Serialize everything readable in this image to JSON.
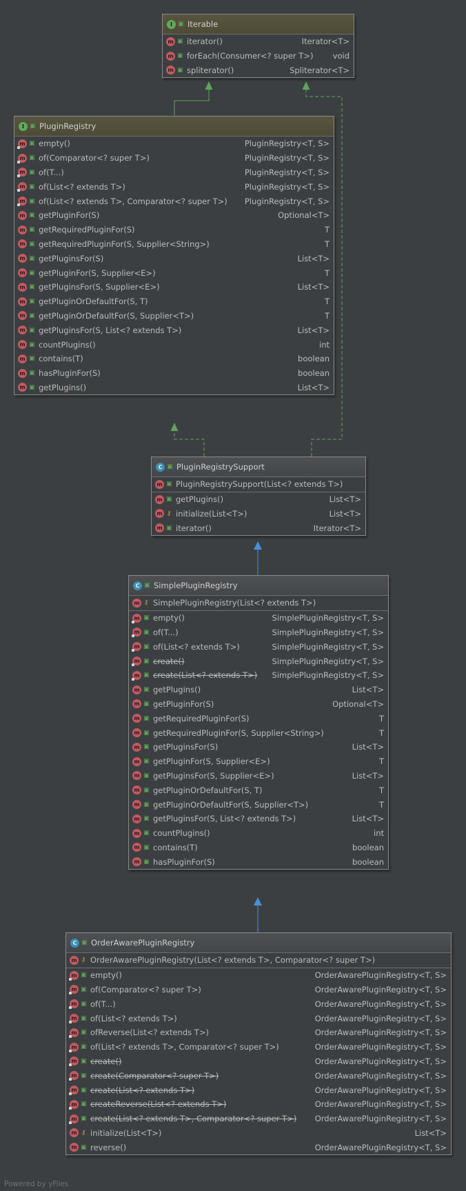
{
  "nodes": {
    "iterable": {
      "kind": "I",
      "name": "Iterable",
      "methods": [
        {
          "sig": "iterator()",
          "ret": "Iterator<T>"
        },
        {
          "sig": "forEach(Consumer<? super T>)",
          "ret": "void"
        },
        {
          "sig": "spliterator()",
          "ret": "Spliterator<T>"
        }
      ]
    },
    "plugin_registry": {
      "kind": "I",
      "name": "PluginRegistry",
      "methods": [
        {
          "sig": "empty()",
          "ret": "PluginRegistry<T, S>",
          "static": true
        },
        {
          "sig": "of(Comparator<? super T>)",
          "ret": "PluginRegistry<T, S>",
          "static": true
        },
        {
          "sig": "of(T...)",
          "ret": "PluginRegistry<T, S>",
          "static": true
        },
        {
          "sig": "of(List<? extends T>)",
          "ret": "PluginRegistry<T, S>",
          "static": true
        },
        {
          "sig": "of(List<? extends T>, Comparator<? super T>)",
          "ret": "PluginRegistry<T, S>",
          "static": true
        },
        {
          "sig": "getPluginFor(S)",
          "ret": "Optional<T>"
        },
        {
          "sig": "getRequiredPluginFor(S)",
          "ret": "T"
        },
        {
          "sig": "getRequiredPluginFor(S, Supplier<String>)",
          "ret": "T"
        },
        {
          "sig": "getPluginsFor(S)",
          "ret": "List<T>"
        },
        {
          "sig": "getPluginFor(S, Supplier<E>)",
          "ret": "T"
        },
        {
          "sig": "getPluginsFor(S, Supplier<E>)",
          "ret": "List<T>"
        },
        {
          "sig": "getPluginOrDefaultFor(S, T)",
          "ret": "T"
        },
        {
          "sig": "getPluginOrDefaultFor(S, Supplier<T>)",
          "ret": "T"
        },
        {
          "sig": "getPluginsFor(S, List<? extends T>)",
          "ret": "List<T>"
        },
        {
          "sig": "countPlugins()",
          "ret": "int"
        },
        {
          "sig": "contains(T)",
          "ret": "boolean"
        },
        {
          "sig": "hasPluginFor(S)",
          "ret": "boolean"
        },
        {
          "sig": "getPlugins()",
          "ret": "List<T>"
        }
      ]
    },
    "plugin_registry_support": {
      "kind": "C",
      "name": "PluginRegistrySupport",
      "constructors": [
        {
          "sig": "PluginRegistrySupport(List<? extends T>)",
          "ret": ""
        }
      ],
      "methods": [
        {
          "sig": "getPlugins()",
          "ret": "List<T>"
        },
        {
          "sig": "initialize(List<T>)",
          "ret": "List<T>",
          "vis": "protected"
        },
        {
          "sig": "iterator()",
          "ret": "Iterator<T>"
        }
      ]
    },
    "simple_plugin_registry": {
      "kind": "C",
      "name": "SimplePluginRegistry",
      "constructors": [
        {
          "sig": "SimplePluginRegistry(List<? extends T>)",
          "ret": "",
          "vis": "protected"
        }
      ],
      "methods": [
        {
          "sig": "empty()",
          "ret": "SimplePluginRegistry<T, S>",
          "static": true
        },
        {
          "sig": "of(T...)",
          "ret": "SimplePluginRegistry<T, S>",
          "static": true
        },
        {
          "sig": "of(List<? extends T>)",
          "ret": "SimplePluginRegistry<T, S>",
          "static": true
        },
        {
          "sig": "create()",
          "ret": "SimplePluginRegistry<T, S>",
          "static": true,
          "deprecated": true
        },
        {
          "sig": "create(List<? extends T>)",
          "ret": "SimplePluginRegistry<T, S>",
          "static": true,
          "deprecated": true
        },
        {
          "sig": "getPlugins()",
          "ret": "List<T>"
        },
        {
          "sig": "getPluginFor(S)",
          "ret": "Optional<T>"
        },
        {
          "sig": "getRequiredPluginFor(S)",
          "ret": "T"
        },
        {
          "sig": "getRequiredPluginFor(S, Supplier<String>)",
          "ret": "T"
        },
        {
          "sig": "getPluginsFor(S)",
          "ret": "List<T>"
        },
        {
          "sig": "getPluginFor(S, Supplier<E>)",
          "ret": "T"
        },
        {
          "sig": "getPluginsFor(S, Supplier<E>)",
          "ret": "List<T>"
        },
        {
          "sig": "getPluginOrDefaultFor(S, T)",
          "ret": "T"
        },
        {
          "sig": "getPluginOrDefaultFor(S, Supplier<T>)",
          "ret": "T"
        },
        {
          "sig": "getPluginsFor(S, List<? extends T>)",
          "ret": "List<T>"
        },
        {
          "sig": "countPlugins()",
          "ret": "int"
        },
        {
          "sig": "contains(T)",
          "ret": "boolean"
        },
        {
          "sig": "hasPluginFor(S)",
          "ret": "boolean"
        }
      ]
    },
    "order_aware_plugin_registry": {
      "kind": "C",
      "name": "OrderAwarePluginRegistry",
      "constructors": [
        {
          "sig": "OrderAwarePluginRegistry(List<? extends T>, Comparator<? super T>)",
          "ret": "",
          "vis": "protected"
        }
      ],
      "methods": [
        {
          "sig": "empty()",
          "ret": "OrderAwarePluginRegistry<T, S>",
          "static": true
        },
        {
          "sig": "of(Comparator<? super T>)",
          "ret": "OrderAwarePluginRegistry<T, S>",
          "static": true
        },
        {
          "sig": "of(T...)",
          "ret": "OrderAwarePluginRegistry<T, S>",
          "static": true
        },
        {
          "sig": "of(List<? extends T>)",
          "ret": "OrderAwarePluginRegistry<T, S>",
          "static": true
        },
        {
          "sig": "ofReverse(List<? extends T>)",
          "ret": "OrderAwarePluginRegistry<T, S>",
          "static": true
        },
        {
          "sig": "of(List<? extends T>, Comparator<? super T>)",
          "ret": "OrderAwarePluginRegistry<T, S>",
          "static": true
        },
        {
          "sig": "create()",
          "ret": "OrderAwarePluginRegistry<T, S>",
          "static": true,
          "deprecated": true
        },
        {
          "sig": "create(Comparator<? super T>)",
          "ret": "OrderAwarePluginRegistry<T, S>",
          "static": true,
          "deprecated": true
        },
        {
          "sig": "create(List<? extends T>)",
          "ret": "OrderAwarePluginRegistry<T, S>",
          "static": true,
          "deprecated": true
        },
        {
          "sig": "createReverse(List<? extends T>)",
          "ret": "OrderAwarePluginRegistry<T, S>",
          "static": true,
          "deprecated": true
        },
        {
          "sig": "create(List<? extends T>, Comparator<? super T>)",
          "ret": "OrderAwarePluginRegistry<T, S>",
          "static": true,
          "deprecated": true
        },
        {
          "sig": "initialize(List<T>)",
          "ret": "List<T>",
          "vis": "protected"
        },
        {
          "sig": "reverse()",
          "ret": "OrderAwarePluginRegistry<T, S>"
        }
      ]
    }
  },
  "footer": "Powered by yFiles",
  "colors": {
    "background": "#3c3f41",
    "interface_header": "#57553e",
    "method_badge": "#c25a62",
    "interface_badge": "#62a85b",
    "class_badge": "#3c8fb4",
    "implements_edge": "#5fa35a",
    "extends_edge": "#4b8fd6"
  }
}
